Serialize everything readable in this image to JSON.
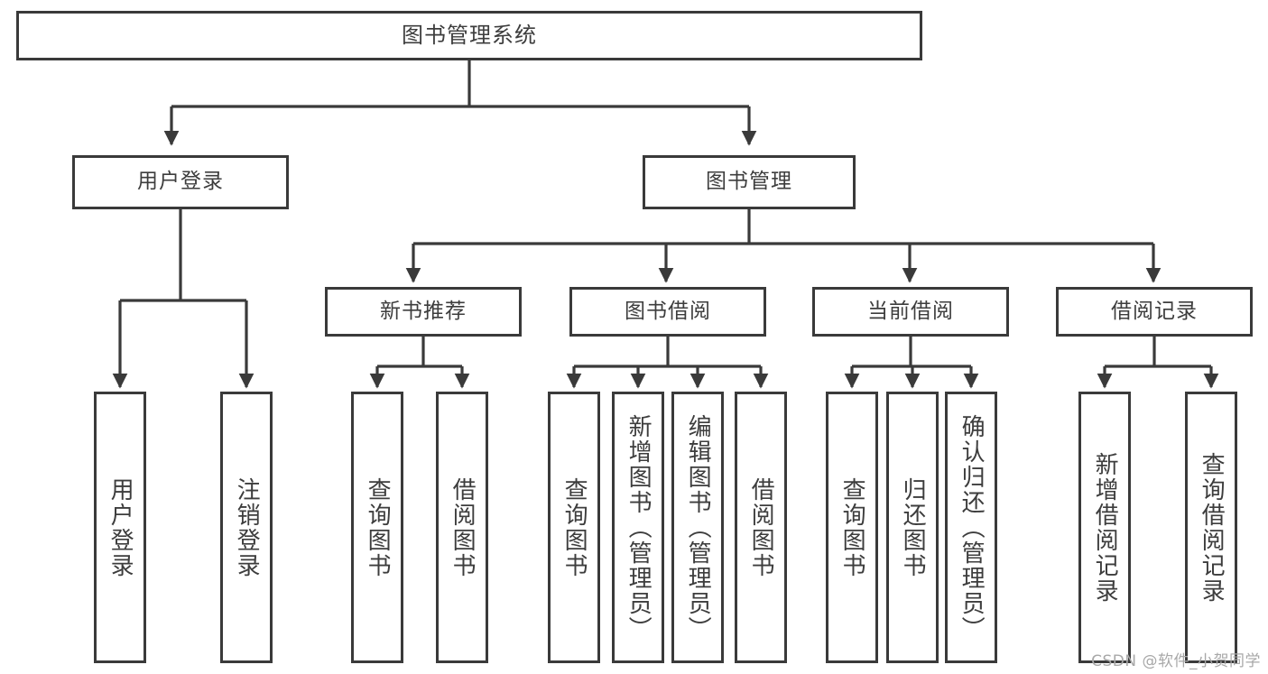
{
  "diagram": {
    "title": "图书管理系统",
    "type": "hierarchy-tree",
    "watermark": "CSDN @软件_小贺同学",
    "colors": {
      "stroke": "#3a3a3a",
      "fill": "#ffffff",
      "text": "#3d3d3d",
      "watermark": "#a8a8a8"
    },
    "nodes": {
      "root": {
        "label": "图书管理系统"
      },
      "level2": [
        {
          "label": "用户登录"
        },
        {
          "label": "图书管理"
        }
      ],
      "level3": [
        {
          "label": "新书推荐"
        },
        {
          "label": "图书借阅"
        },
        {
          "label": "当前借阅"
        },
        {
          "label": "借阅记录"
        }
      ],
      "leaves": {
        "user_login": [
          {
            "label": "用户登录"
          },
          {
            "label": "注销登录"
          }
        ],
        "new_book_recommend": [
          {
            "label": "查询图书"
          },
          {
            "label": "借阅图书"
          }
        ],
        "book_borrow": [
          {
            "label": "查询图书"
          },
          {
            "label": "新增图书（管理员）"
          },
          {
            "label": "编辑图书（管理员）"
          },
          {
            "label": "借阅图书"
          }
        ],
        "current_borrow": [
          {
            "label": "查询图书"
          },
          {
            "label": "归还图书"
          },
          {
            "label": "确认归还（管理员）"
          }
        ],
        "borrow_record": [
          {
            "label": "新增借阅记录"
          },
          {
            "label": "查询借阅记录"
          }
        ]
      }
    }
  }
}
